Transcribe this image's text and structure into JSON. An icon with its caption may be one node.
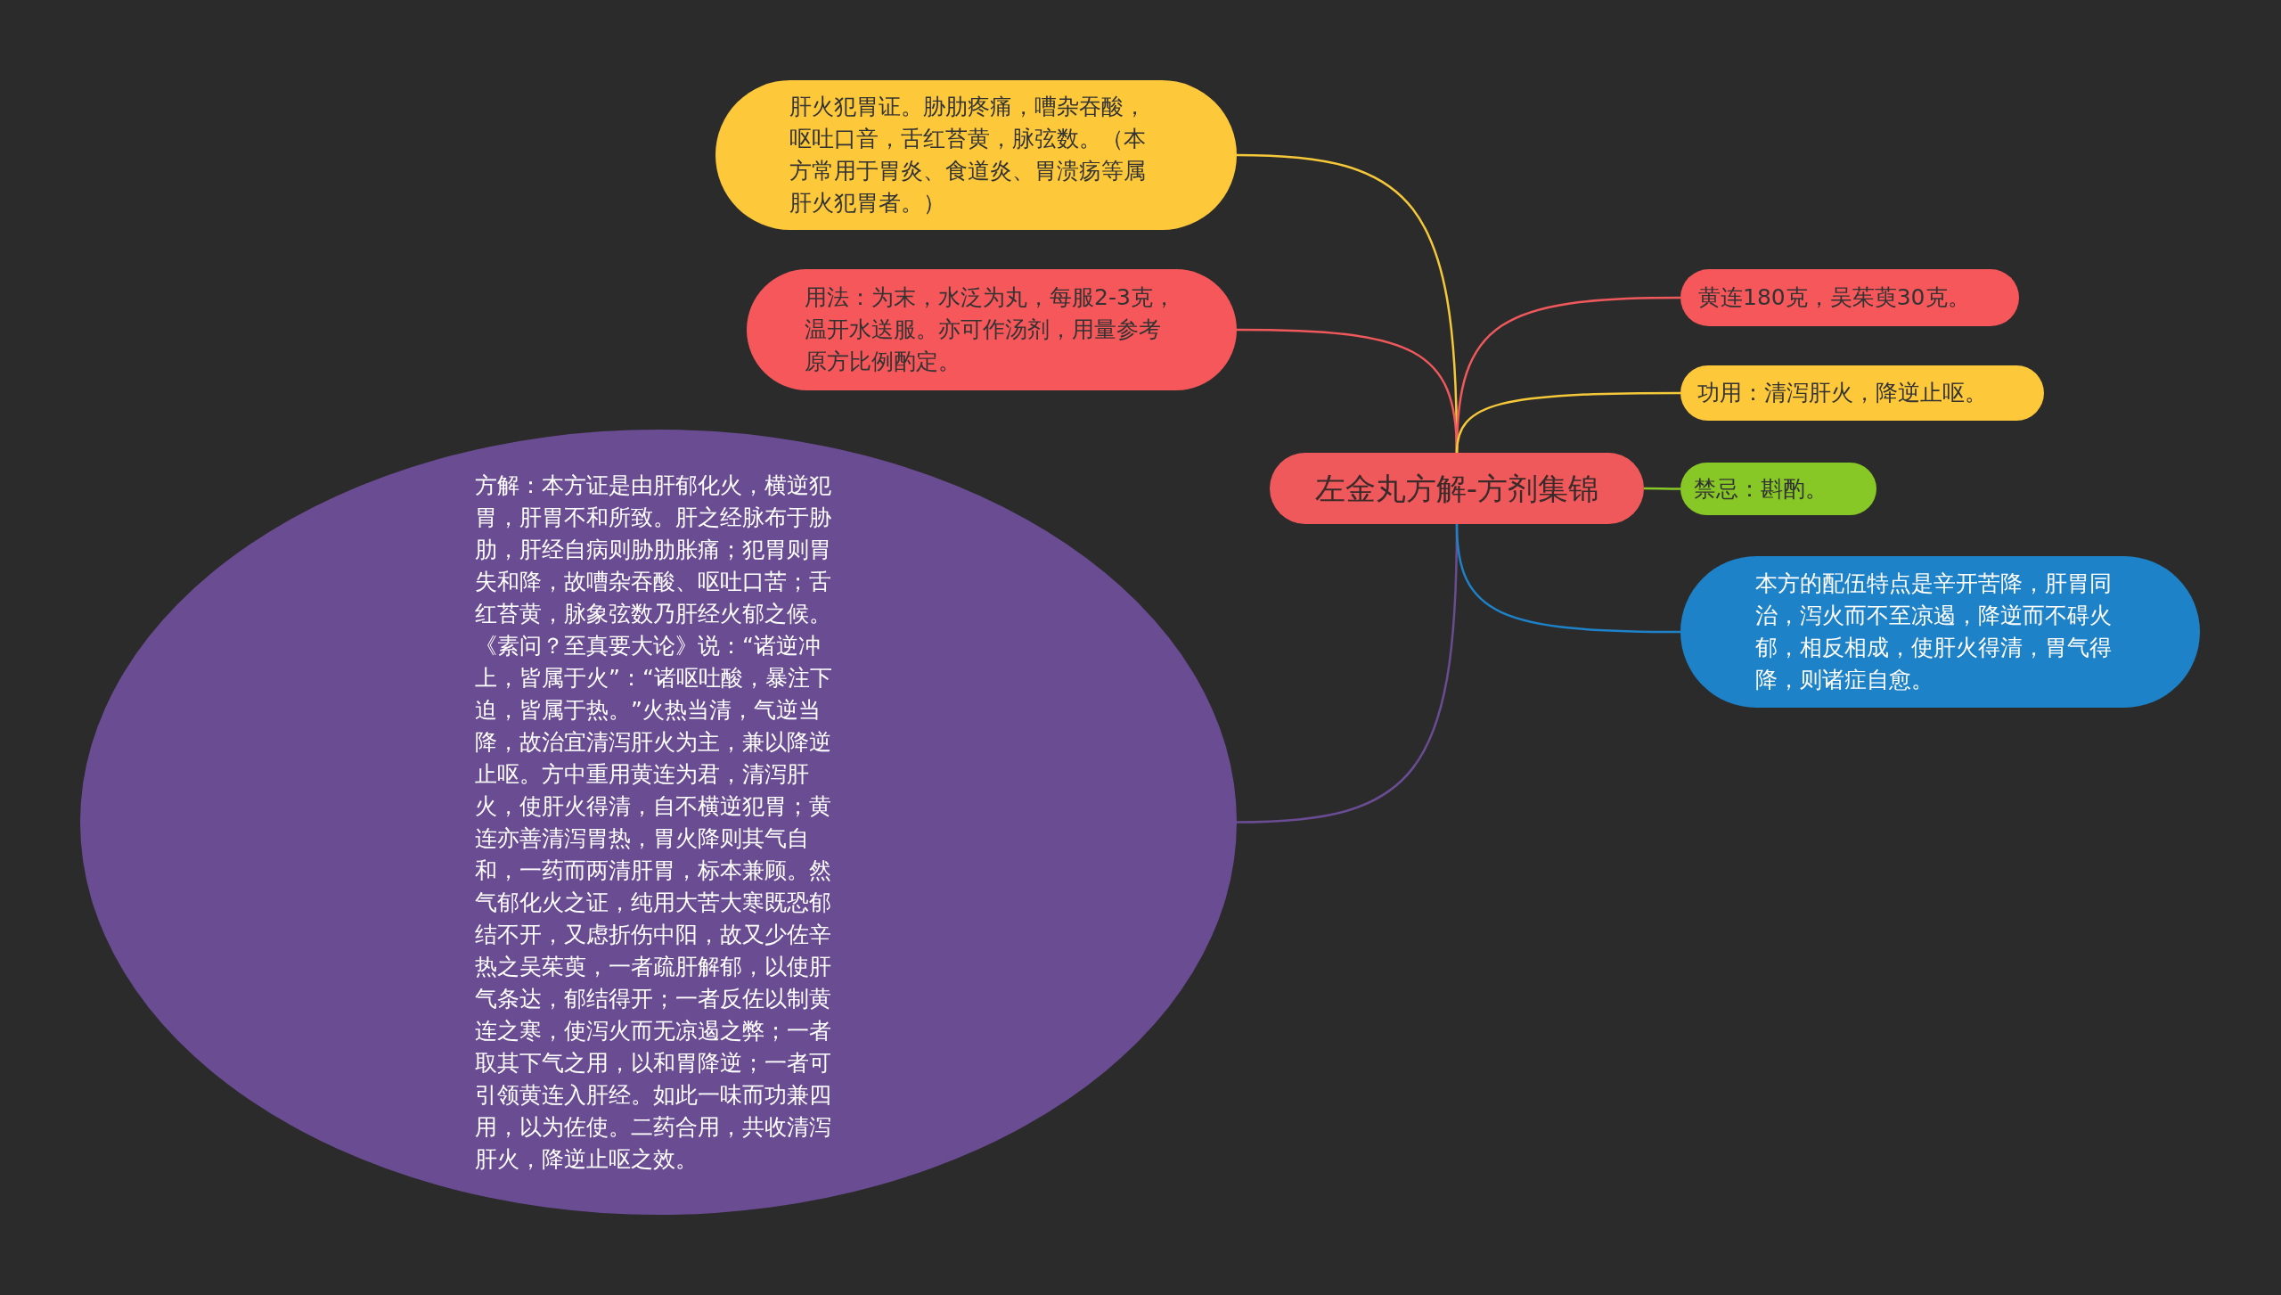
{
  "diagram": {
    "nodes": [
      {
        "text": [
          "左金丸方解-方剂集锦"
        ]
      },
      {
        "text": [
          "肝火犯胃证。胁肋疼痛，嘈杂吞酸，呕吐口音，舌红苔黄，脉弦数。（本方常用于胃炎、食道炎、胃溃疡等属肝火犯胃者。）"
        ]
      },
      {
        "text": [
          "用法：为末，水泛为丸，每服2-3克，温开水送服。亦可作汤剂，用量参考原方比例酌定。"
        ]
      },
      {
        "text": [
          "方解：本方证是由肝郁化火，横逆犯胃，肝胃不和所致。肝之经脉布于胁肋，肝经自病则胁肋胀痛；犯胃则胃失和降，故嘈杂吞酸、呕吐口苦；舌红苔黄，脉象弦数乃肝经火郁之候。《素问？至真要大论》说：“诸逆冲上，皆属于火”：“诸呕吐酸，暴注下迫，皆属于热。”火热当清，气逆当降，故治宜清泻肝火为主，兼以降逆止呕。方中重用黄连为君，清泻肝火，使肝火得清，自不横逆犯胃；黄连亦善清泻胃热，胃火降则其气自和，一药而两清肝胃，标本兼顾。然气郁化火之证，纯用大苦大寒既恐郁结不开，又虑折伤中阳，故又少佐辛热之吴茱萸，一者疏肝解郁，以使肝气条达，郁结得开；一者反佐以制黄连之寒，使泻火而无凉遏之弊；一者取其下气之用，以和胃降逆；一者可引领黄连入肝经。如此一味而功兼四用，以为佐使。二药合用，共收清泻肝火，降逆止呕之效。"
        ]
      },
      {
        "text": [
          "黄连180克，吴茱萸30克。"
        ]
      },
      {
        "text": [
          "功用：清泻肝火，降逆止呕。"
        ]
      },
      {
        "text": [
          "禁忌：斟酌。"
        ]
      },
      {
        "text": [
          "本方的配伍特点是辛开苦降，肝胃同治，泻火而不至凉遏，降逆而不碍火郁，相反相成，使肝火得清，胃气得降，则诸症自愈。"
        ]
      }
    ],
    "edges": [
      {
        "from": 0,
        "to": 1,
        "arrow": "none",
        "color": "#f5c83a"
      },
      {
        "from": 0,
        "to": 2,
        "arrow": "none",
        "color": "#f0595c"
      },
      {
        "from": 0,
        "to": 3,
        "arrow": "none",
        "color": "#6a4c93"
      },
      {
        "from": 0,
        "to": 4,
        "arrow": "none",
        "color": "#f0595c"
      },
      {
        "from": 0,
        "to": 5,
        "arrow": "none",
        "color": "#f5c83a"
      },
      {
        "from": 0,
        "to": 6,
        "arrow": "none",
        "color": "#88c826"
      },
      {
        "from": 0,
        "to": 7,
        "arrow": "none",
        "color": "#1e82c8"
      }
    ]
  }
}
